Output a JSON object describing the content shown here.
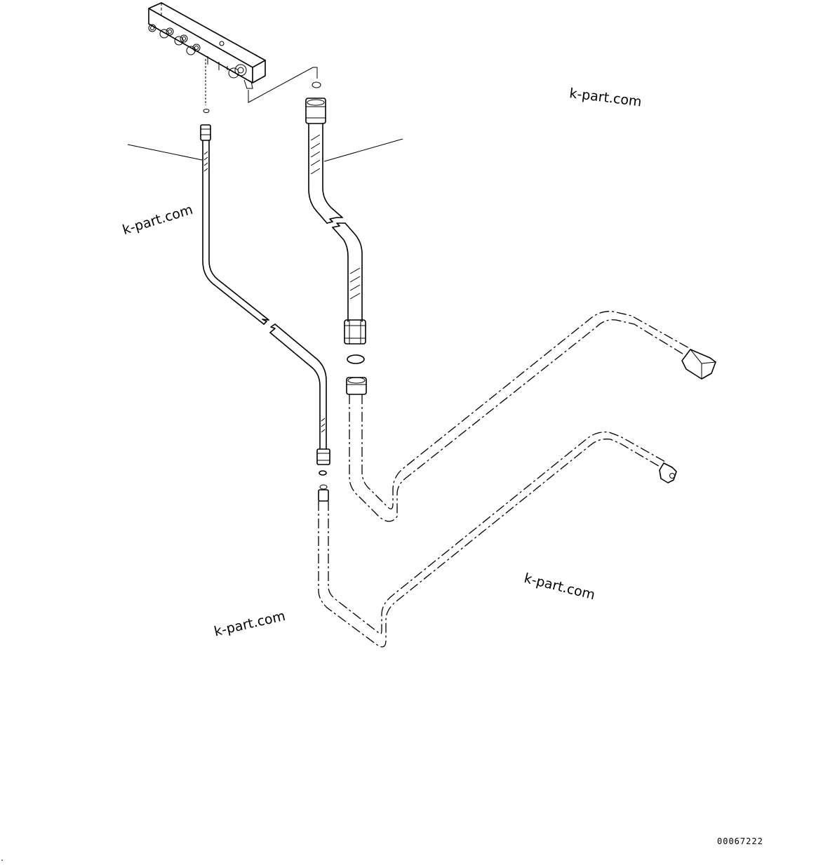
{
  "watermarks": [
    {
      "text": "k-part.com"
    },
    {
      "text": "k-part.com"
    },
    {
      "text": "k-part.com"
    },
    {
      "text": "k-part.com"
    }
  ],
  "drawing_number": "00067222"
}
